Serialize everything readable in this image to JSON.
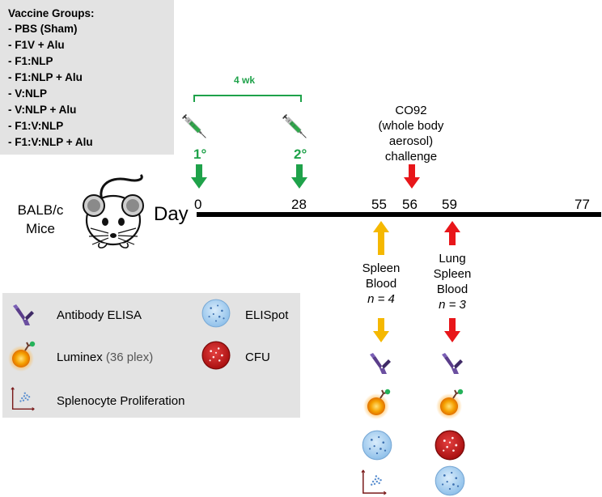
{
  "vaccine_groups": {
    "title": "Vaccine Groups:",
    "items": [
      "- PBS (Sham)",
      "- F1V + Alu",
      "- F1:NLP",
      "- F1:NLP + Alu",
      "- V:NLP",
      "- V:NLP + Alu",
      "- F1:V:NLP",
      "- F1:V:NLP + Alu"
    ]
  },
  "subject": {
    "line1": "BALB/c",
    "line2": "Mice"
  },
  "timeline": {
    "day_label": "Day",
    "ticks": [
      "0",
      "28",
      "55",
      "56",
      "59",
      "77"
    ],
    "interval_label": "4 wk",
    "dose1_label": "1°",
    "dose2_label": "2°"
  },
  "challenge": {
    "line1": "CO92",
    "line2": "(whole body",
    "line3": "aerosol)",
    "line4": "challenge"
  },
  "harvest_55": {
    "line1": "Spleen",
    "line2": "Blood",
    "n": "n = 4"
  },
  "harvest_59": {
    "line1": "Lung",
    "line2": "Spleen",
    "line3": "Blood",
    "n": "n = 3"
  },
  "legend": {
    "antibody": "Antibody ELISA",
    "luminex": "Luminex",
    "luminex_suffix": "(36 plex)",
    "prolif": "Splenocyte Proliferation",
    "elispot": "ELISpot",
    "cfu": "CFU"
  },
  "colors": {
    "green": "#1fa24a",
    "yellow": "#f5b800",
    "red": "#e8161a",
    "panel": "#e3e3e3",
    "antibody": "#5a3d8a",
    "luminex": "#f5a000",
    "elispot": "#9cc8ee",
    "cfu": "#c41a1a"
  }
}
